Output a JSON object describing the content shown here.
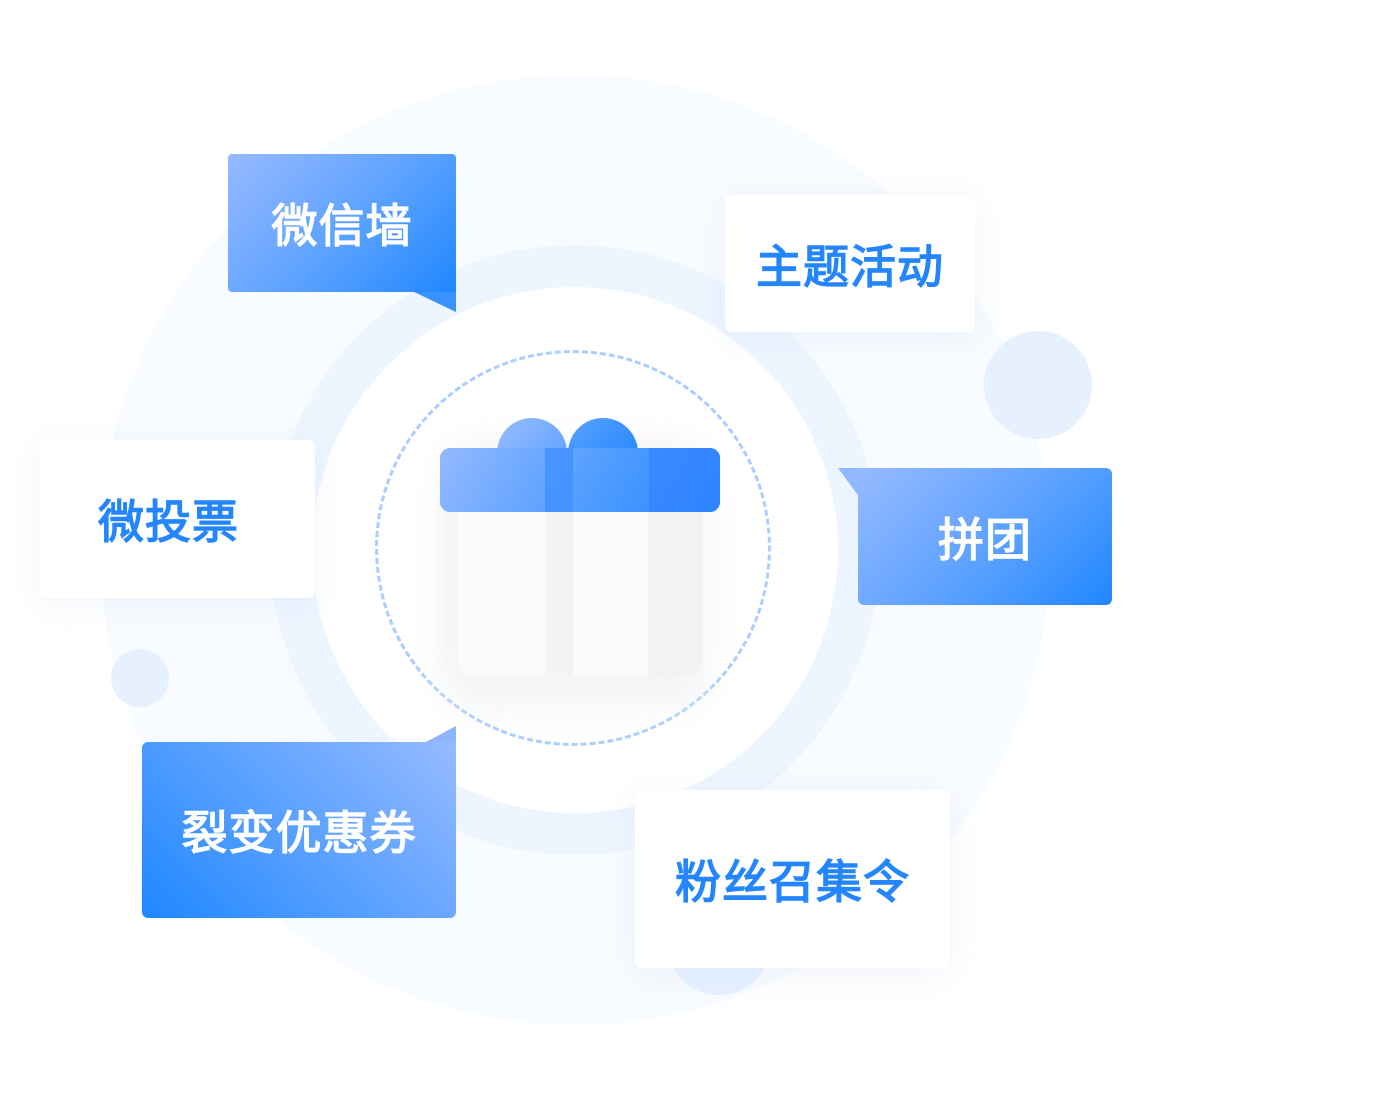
{
  "colors": {
    "accent": "#2386ff",
    "ring": "#edf5ff",
    "bg_circle": "#f8fbff",
    "dash": "#a9ceff"
  },
  "center": {
    "icon": "gift-icon"
  },
  "features": [
    {
      "label": "微信墙",
      "style": "blue"
    },
    {
      "label": "主题活动",
      "style": "white"
    },
    {
      "label": "微投票",
      "style": "white"
    },
    {
      "label": "拼团",
      "style": "blue"
    },
    {
      "label": "裂变优惠券",
      "style": "blue"
    },
    {
      "label": "粉丝召集令",
      "style": "white"
    }
  ]
}
